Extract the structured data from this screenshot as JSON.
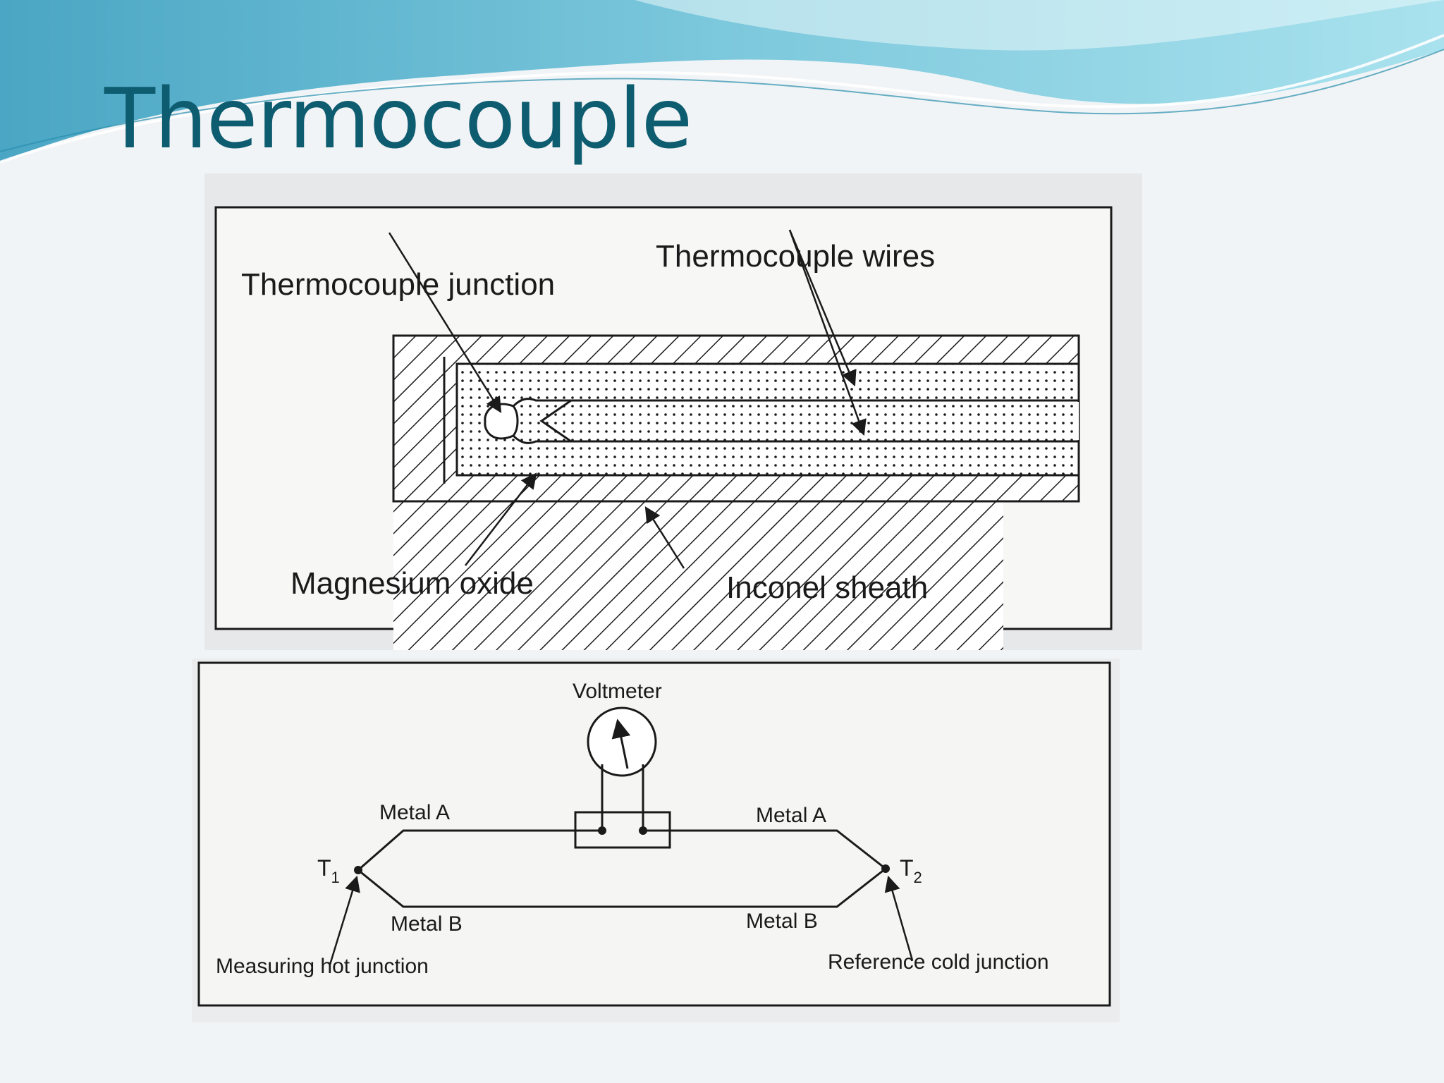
{
  "slide": {
    "title": "Thermocouple",
    "accent_color": "#0e5c70",
    "wave_colors": [
      "#5fb6cf",
      "#8fd3e2",
      "#2a8fae"
    ]
  },
  "diagram_top": {
    "labels": {
      "junction": "Thermocouple junction",
      "wires": "Thermocouple wires",
      "oxide": "Magnesium oxide",
      "sheath": "Inconel sheath"
    }
  },
  "diagram_bottom": {
    "labels": {
      "voltmeter": "Voltmeter",
      "metal_a_left": "Metal A",
      "metal_a_right": "Metal A",
      "metal_b_left": "Metal B",
      "metal_b_right": "Metal B",
      "t1": "T",
      "t1_sub": "1",
      "t2": "T",
      "t2_sub": "2",
      "hot": "Measuring hot junction",
      "cold": "Reference cold junction"
    }
  }
}
